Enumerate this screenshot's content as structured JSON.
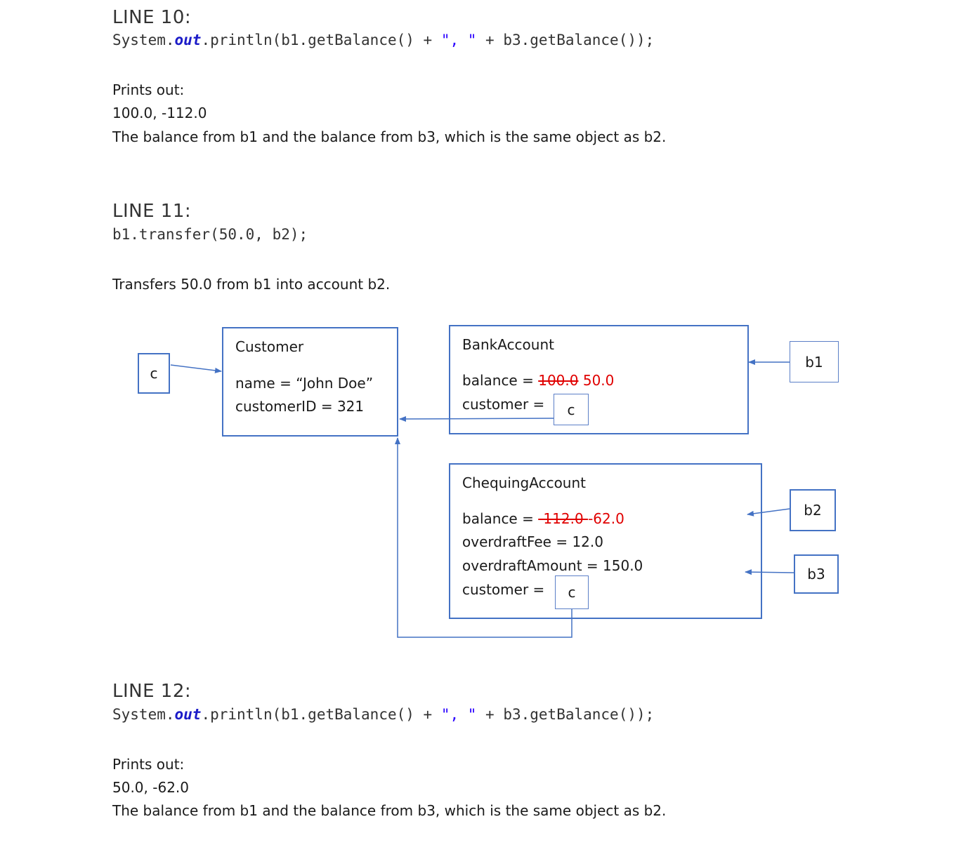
{
  "line10": {
    "heading": "LINE 10:",
    "code": {
      "p1": "System.",
      "kw": "out",
      "p2": ".println(b1.getBalance() + ",
      "str": "\", \"",
      "p3": " + b3.getBalance());"
    },
    "prints_label": "Prints out:",
    "output": "100.0, -112.0",
    "explanation": "The balance from b1 and the balance from b3, which is the same object as b2."
  },
  "line11": {
    "heading": "LINE 11:",
    "code": "b1.transfer(50.0, b2);",
    "description": "Transfers 50.0 from b1 into account b2."
  },
  "diagram": {
    "c_ref": "c",
    "customer": {
      "title": "Customer",
      "name": "name = “John Doe”",
      "customer_id": "customerID = 321"
    },
    "bank_account": {
      "title": "BankAccount",
      "balance_label": "balance = ",
      "balance_old": "100.0",
      "balance_new": " 50.0",
      "customer_label": "customer =",
      "customer_ref": "c"
    },
    "chequing_account": {
      "title": "ChequingAccount",
      "balance_label": "balance  = ",
      "balance_old": "-112.0 ",
      "balance_new": " -62.0",
      "overdraft_fee": "overdraftFee = 12.0",
      "overdraft_amount": "overdraftAmount = 150.0",
      "customer_label": "customer =",
      "customer_ref": "c"
    },
    "b1": "b1",
    "b2": "b2",
    "b3": "b3",
    "colors": {
      "box_border": "#4472c4",
      "changed_value": "#e00000"
    }
  },
  "line12": {
    "heading": "LINE 12:",
    "code": {
      "p1": "System.",
      "kw": "out",
      "p2": ".println(b1.getBalance() + ",
      "str": "\", \"",
      "p3": " + b3.getBalance());"
    },
    "prints_label": "Prints out:",
    "output": "50.0, -62.0",
    "explanation": "The balance from b1 and the balance from b3, which is the same object as b2."
  }
}
